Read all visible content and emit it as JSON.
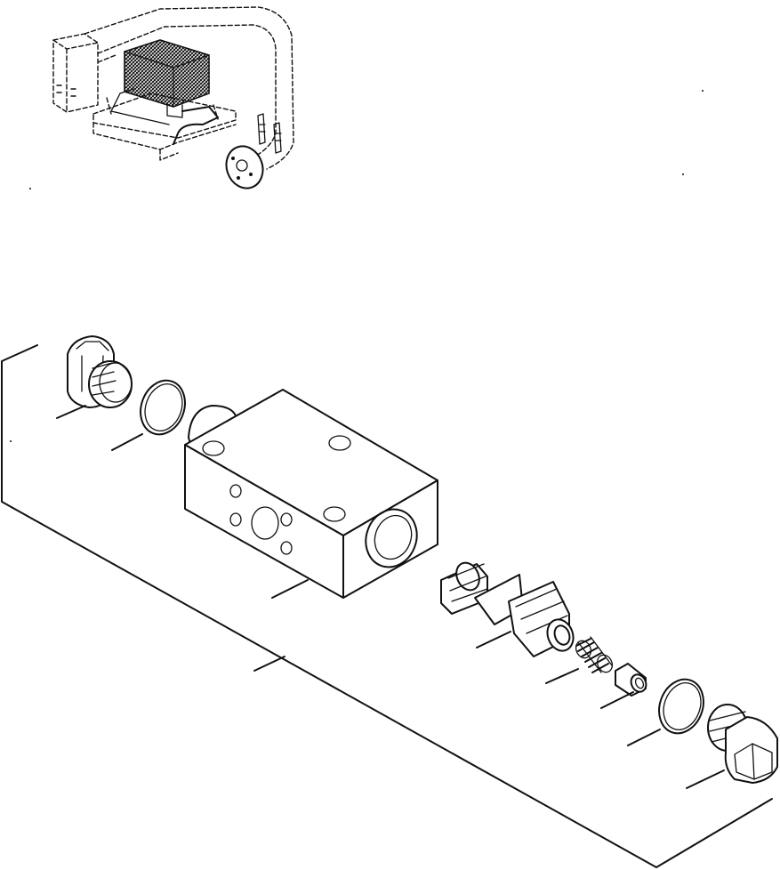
{
  "diagram": {
    "view": "exploded-parts-view",
    "inset": "location-inset",
    "parts": [
      "plug-left",
      "o-ring-left",
      "valve-body",
      "spool",
      "spring",
      "retainer",
      "o-ring-right",
      "plug-right"
    ],
    "colors": {
      "line": "#111111",
      "background": "#ffffff"
    }
  }
}
